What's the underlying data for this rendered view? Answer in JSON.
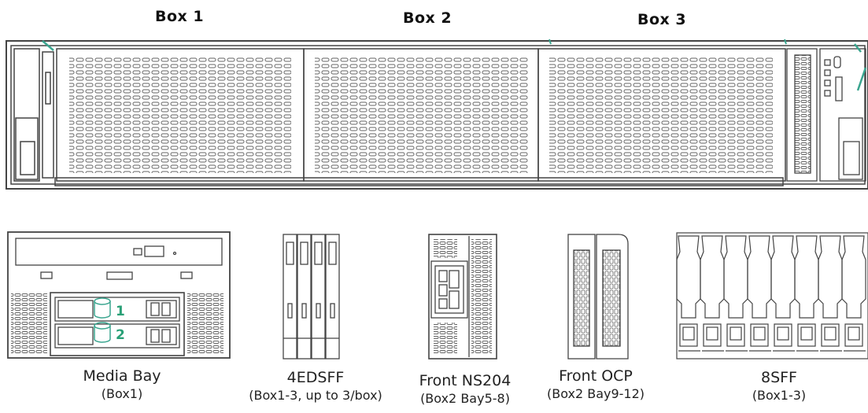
{
  "boxes": {
    "box1": "Box 1",
    "box2": "Box 2",
    "box3": "Box 3"
  },
  "modules": {
    "media_bay": {
      "title": "Media Bay",
      "sub": "(Box1)",
      "bay1": "1",
      "bay2": "2"
    },
    "edsff": {
      "title": "4EDSFF",
      "sub": "(Box1-3, up to 3/box)"
    },
    "ns204": {
      "title": "Front NS204",
      "sub": "(Box2 Bay5-8)"
    },
    "ocp": {
      "title": "Front OCP",
      "sub": "(Box2 Bay9-12)"
    },
    "sff": {
      "title": "8SFF",
      "sub": "(Box1-3)"
    }
  },
  "colors": {
    "line": "#555555",
    "accent": "#3aa58f"
  }
}
